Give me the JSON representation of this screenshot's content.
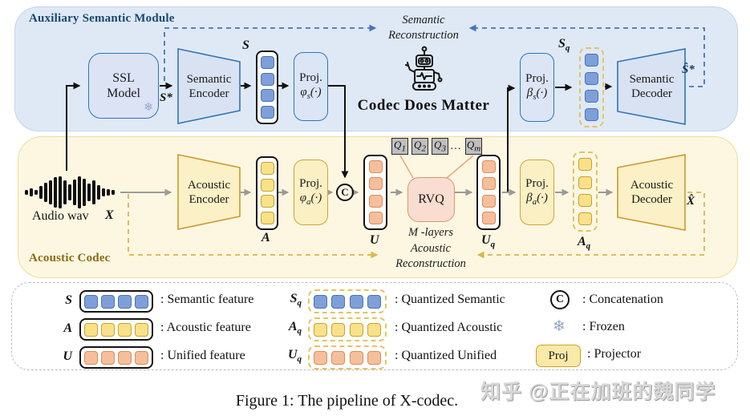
{
  "semantic": {
    "title": "Auxiliary Semantic Module",
    "ssl_model": {
      "line1": "SSL",
      "line2": "Model"
    },
    "encoder_label": "Semantic Encoder",
    "decoder_label": "Semantic Decoder",
    "s_label": "S",
    "s_star_label": "S*",
    "sq_label": {
      "base": "S",
      "sub": "q"
    },
    "s_hat_label": "Ŝ*",
    "proj_phi": {
      "line1": "Proj.",
      "sym": "φ",
      "sub": "s",
      "args": "(·)"
    },
    "proj_beta": {
      "line1": "Proj.",
      "sym": "β",
      "sub": "s",
      "args": "(·)"
    },
    "recon": {
      "line1": "Semantic",
      "line2": "Reconstruction"
    },
    "motto": "Codec Does Matter"
  },
  "acoustic": {
    "title": "Acoustic Codec",
    "audio_label": "Audio wav",
    "x_label": "X",
    "x_hat_label": "X̂",
    "encoder_label": "Acoustic Encoder",
    "decoder_label": "Acoustic Decoder",
    "a_label": "A",
    "u_label": "U",
    "uq_label": {
      "base": "U",
      "sub": "q"
    },
    "aq_label": {
      "base": "A",
      "sub": "q"
    },
    "proj_phi": {
      "line1": "Proj.",
      "sym": "φ",
      "sub": "a",
      "args": "(·)"
    },
    "proj_beta": {
      "line1": "Proj.",
      "sym": "β",
      "sub": "a",
      "args": "(·)"
    },
    "rvq_label": "RVQ",
    "m_layers": "M -layers",
    "recon": {
      "line1": "Acoustic",
      "line2": "Reconstruction"
    },
    "quantizers": [
      {
        "base": "Q",
        "sub": "1"
      },
      {
        "base": "Q",
        "sub": "2"
      },
      {
        "base": "Q",
        "sub": "3"
      }
    ],
    "quantizer_dots": "…",
    "quantizer_m": {
      "base": "Q",
      "sub": "m"
    },
    "concat_symbol": "C"
  },
  "legend": {
    "features": [
      {
        "sym": "S",
        "text": ": Semantic feature"
      },
      {
        "sym": "A",
        "text": ": Acoustic feature"
      },
      {
        "sym": "U",
        "text": ": Unified feature"
      }
    ],
    "quantized": [
      {
        "base": "S",
        "sub": "q",
        "text": ": Quantized Semantic"
      },
      {
        "base": "A",
        "sub": "q",
        "text": ": Quantized Acoustic"
      },
      {
        "base": "U",
        "sub": "q",
        "text": ": Quantized Unified"
      }
    ],
    "symbols": {
      "concat": {
        "sym": "C",
        "text": ": Concatenation"
      },
      "frozen": {
        "sym": "❄",
        "text": ": Frozen"
      },
      "projector": {
        "sym": "Proj",
        "text": ": Projector"
      }
    }
  },
  "icons": {
    "snowflake": "❄"
  },
  "caption": "Figure 1: The pipeline of X-codec.",
  "watermark": "知乎 @正在加班的魏同学",
  "colors": {
    "semantic_panel_bg": "#dfe9f6",
    "semantic_accent": "#2e75b6",
    "semantic_title": "#17486e",
    "semantic_block": "#7e9fd8",
    "acoustic_panel_bg": "#fdf7e2",
    "acoustic_accent": "#c79b2e",
    "acoustic_title": "#8a6914",
    "acoustic_block": "#f9e18a",
    "unified_block": "#f5bf9b",
    "rvq_fill": "#f8ddd0",
    "rvq_border": "#d9956a",
    "quantizer_fill": "#bfbfbf",
    "flow_gray": "#9a9a9a",
    "dash_blue": "#4a72b8",
    "dash_gold": "#dcb64a"
  }
}
